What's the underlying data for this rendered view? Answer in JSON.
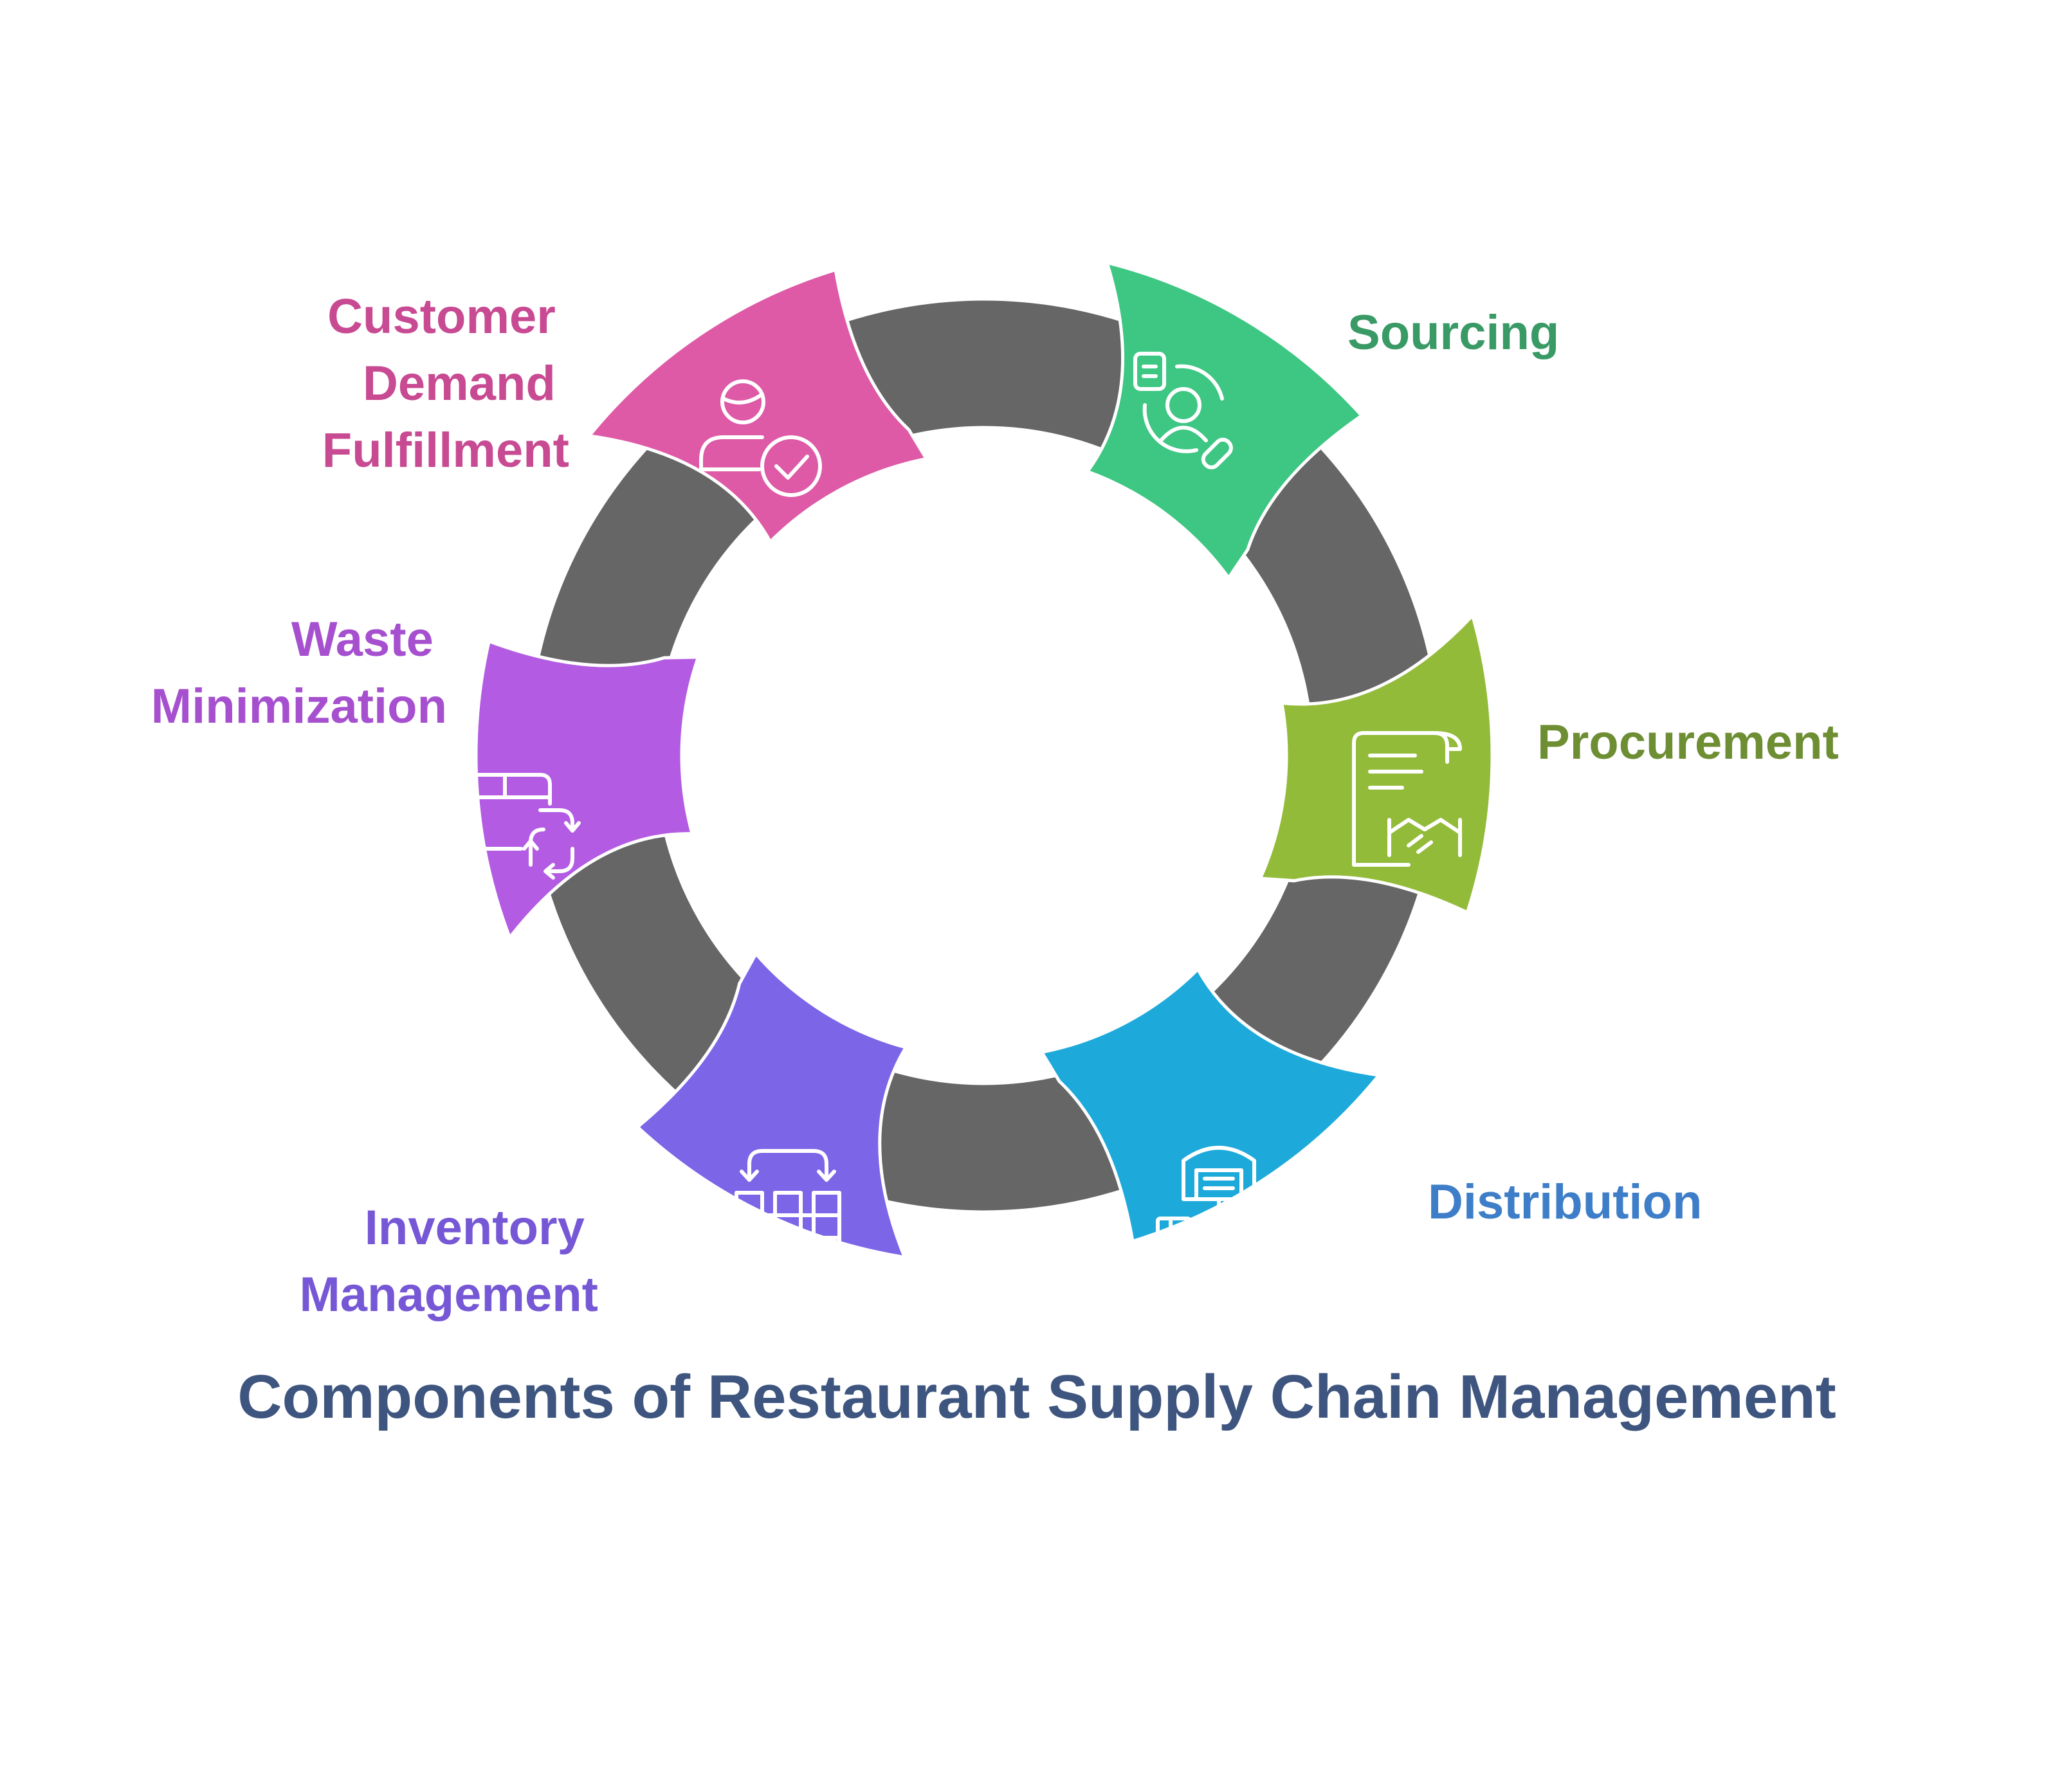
{
  "title": "Components of Restaurant Supply Chain Management",
  "ring_color": "#666666",
  "components": [
    {
      "id": "sourcing",
      "lines": [
        "Sourcing"
      ],
      "color": "#3EC683",
      "label_color": "#3A9A66",
      "icon": "supplier-search-icon"
    },
    {
      "id": "procurement",
      "lines": [
        "Procurement"
      ],
      "color": "#93BB3A",
      "label_color": "#6E8E33",
      "icon": "contract-handshake-icon"
    },
    {
      "id": "distribution",
      "lines": [
        "Distribution"
      ],
      "color": "#1DAADB",
      "label_color": "#3E7EC8",
      "icon": "warehouse-network-icon"
    },
    {
      "id": "inventory",
      "lines": [
        "Inventory",
        "Management"
      ],
      "color": "#7D65E8",
      "label_color": "#7658D6",
      "icon": "stock-shelves-icon"
    },
    {
      "id": "waste",
      "lines": [
        "Waste",
        "Minimization"
      ],
      "color": "#B35CE3",
      "label_color": "#A650CF",
      "icon": "recycle-box-icon"
    },
    {
      "id": "customer",
      "lines": [
        "Customer",
        "Demand",
        "Fulfillment"
      ],
      "color": "#DE5AA6",
      "label_color": "#C84A92",
      "icon": "customer-check-icon"
    }
  ],
  "title_color": "#3E557F"
}
